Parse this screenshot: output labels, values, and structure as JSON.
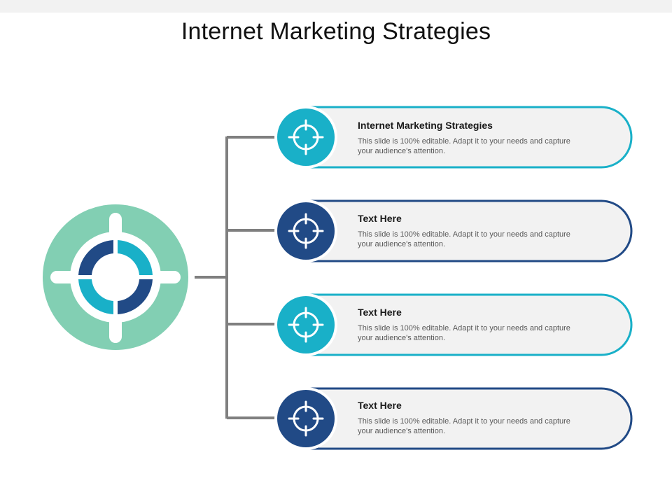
{
  "slide": {
    "title": "Internet Marketing Strategies"
  },
  "colors": {
    "teal": "#19b0c8",
    "navy": "#214a86",
    "mint": "#82cfb3",
    "connector": "#7f7f7f",
    "card_fill": "#f2f2f2"
  },
  "items": [
    {
      "heading": "Internet Marketing Strategies",
      "description_line1": "This slide is 100% editable. Adapt it to your needs and capture",
      "description_line2": "your audience's attention.",
      "accent": "teal",
      "icon": "crosshair-icon"
    },
    {
      "heading": "Text Here",
      "description_line1": "This slide is 100% editable. Adapt it to your needs and capture",
      "description_line2": "your audience's attention.",
      "accent": "navy",
      "icon": "crosshair-icon"
    },
    {
      "heading": "Text Here",
      "description_line1": "This slide is 100% editable. Adapt it to your needs and capture",
      "description_line2": "your audience's attention.",
      "accent": "teal",
      "icon": "crosshair-icon"
    },
    {
      "heading": "Text Here",
      "description_line1": "This slide is 100% editable. Adapt it to your needs and capture",
      "description_line2": "your audience's attention.",
      "accent": "navy",
      "icon": "crosshair-icon"
    }
  ],
  "hub_icon": "target-icon"
}
